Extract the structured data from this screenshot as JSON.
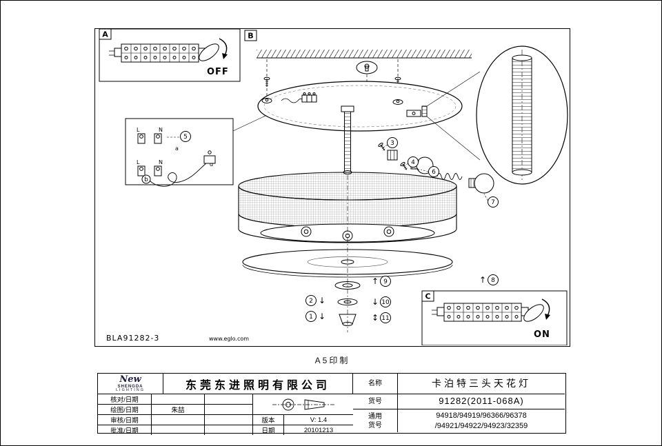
{
  "page": {
    "print_note": "A5印制"
  },
  "diagram": {
    "labels": {
      "a": "A",
      "b": "B",
      "c": "C",
      "off": "OFF",
      "on": "ON"
    },
    "doc_code": "BLA91282-3",
    "website": "www.eglo.com",
    "callouts": [
      "1",
      "2",
      "3",
      "4",
      "5",
      "6",
      "7",
      "8",
      "9",
      "10",
      "11"
    ],
    "arrows": {
      "up": "↑",
      "down": "↓",
      "updown": "↕"
    },
    "wiring": {
      "l_top": "L",
      "n_top": "N",
      "l_bottom": "L",
      "n_bottom": "N",
      "a": "a",
      "b": "b",
      "d": "d"
    }
  },
  "titleblock": {
    "logo_script": "New",
    "logo_line1": "SHENGDA",
    "logo_line2": "LIGHTING",
    "company": "东莞东进照明有限公司",
    "rows": [
      {
        "label": "核对/日期",
        "value": ""
      },
      {
        "label": "绘图/日期",
        "value": "朱喆"
      },
      {
        "label": "审核/日期",
        "value": ""
      },
      {
        "label": "批准/日期",
        "value": ""
      }
    ],
    "version_label": "版本",
    "version_value": "V: 1.4",
    "date_label": "日期",
    "date_value": "20101213",
    "name_label": "名称",
    "name_value": "卡泊特三头天花灯",
    "item_label": "货号",
    "item_value": "91282(2011-068A)",
    "common_label_line1": "通用",
    "common_label_line2": "货号",
    "common_value_line1": "94918/94919/96366/96378",
    "common_value_line2": "/94921/94922/94923/32359"
  }
}
